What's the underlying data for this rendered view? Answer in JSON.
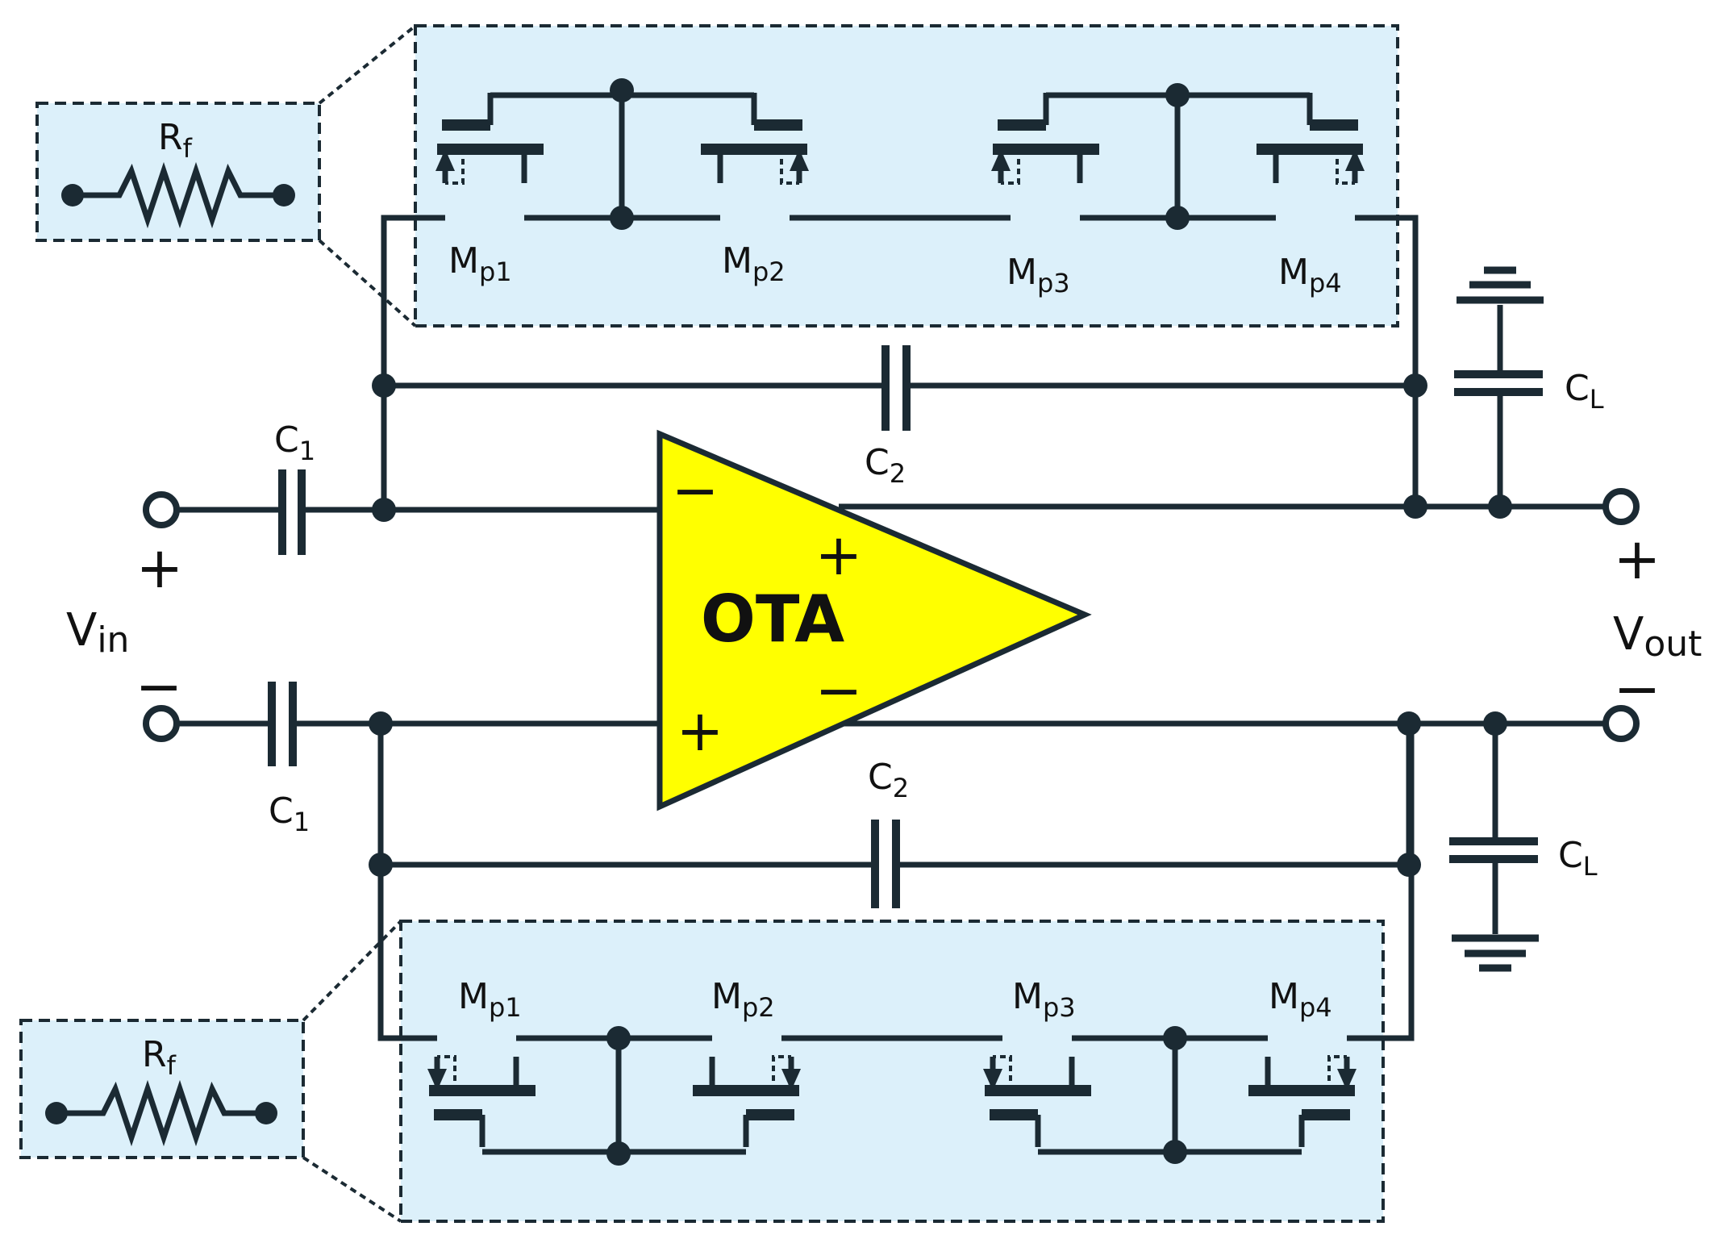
{
  "amplifier": {
    "label": "OTA",
    "inverting_sign": "−",
    "noninverting_sign": "+",
    "out_pos_sign": "+",
    "out_neg_sign": "−"
  },
  "input": {
    "name": "V",
    "sub": "in",
    "pos_sign": "+",
    "neg_sign": "−"
  },
  "output": {
    "name": "V",
    "sub": "out",
    "pos_sign": "+",
    "neg_sign": "−"
  },
  "capacitors": {
    "c1": {
      "name": "C",
      "sub": "1"
    },
    "c2": {
      "name": "C",
      "sub": "2"
    },
    "cl": {
      "name": "C",
      "sub": "L"
    }
  },
  "resistor": {
    "name": "R",
    "sub": "f"
  },
  "transistors": [
    {
      "name": "M",
      "sub": "p1"
    },
    {
      "name": "M",
      "sub": "p2"
    },
    {
      "name": "M",
      "sub": "p3"
    },
    {
      "name": "M",
      "sub": "p4"
    }
  ],
  "colors": {
    "wire": "#1b2a33",
    "box_fill": "#dcf0fa",
    "ota_fill": "#ffff00"
  }
}
